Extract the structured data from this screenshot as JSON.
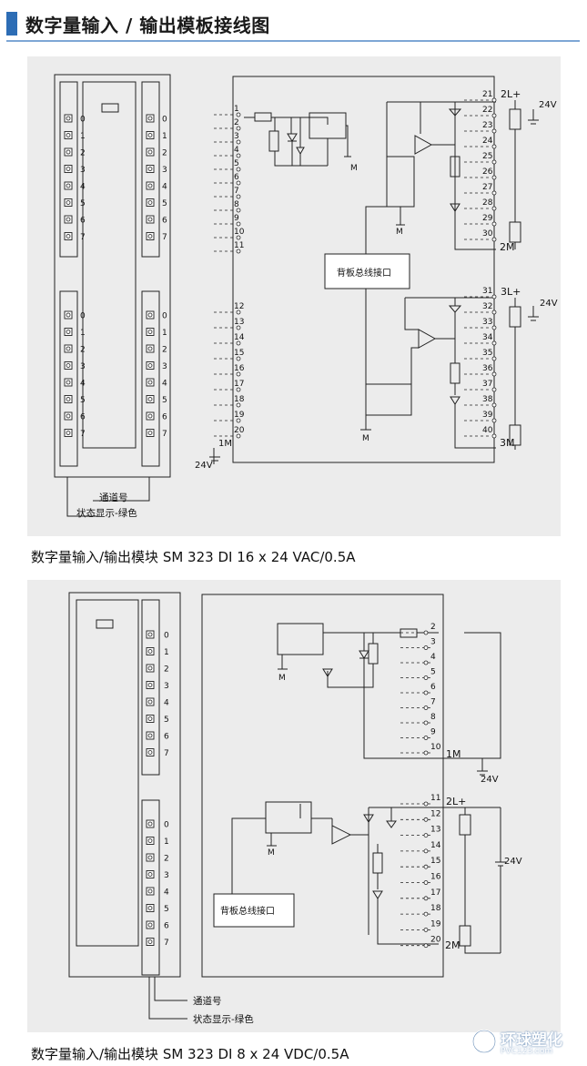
{
  "header": {
    "title": "数字量输入 / 输出模板接线图"
  },
  "module1": {
    "caption": "数字量输入/输出模块  SM 323 DI  16 x 24 VAC/0.5A",
    "led_numbers": [
      "0",
      "1",
      "2",
      "3",
      "4",
      "5",
      "6",
      "7"
    ],
    "legend_channel": "通道号",
    "legend_status": "状态显示-绿色",
    "backplane": "背板总线接口",
    "terminal_numbers": [
      "1",
      "2",
      "3",
      "4",
      "5",
      "6",
      "7",
      "8",
      "9",
      "10",
      "11",
      "12",
      "13",
      "14",
      "15",
      "16",
      "17",
      "18",
      "19",
      "20"
    ],
    "right_terminal_numbers": [
      "21",
      "22",
      "23",
      "24",
      "25",
      "26",
      "27",
      "28",
      "29",
      "30",
      "31",
      "32",
      "33",
      "34",
      "35",
      "36",
      "37",
      "38",
      "39",
      "40"
    ],
    "label_1m": "1M",
    "label_2l": "2L+",
    "label_2m": "2M",
    "label_3l": "3L+",
    "label_3m": "3M",
    "v24": "24V",
    "m": "M"
  },
  "module2": {
    "caption": "数字量输入/输出模块  SM 323 DI 8 x 24 VDC/0.5A",
    "led_numbers": [
      "0",
      "1",
      "2",
      "3",
      "4",
      "5",
      "6",
      "7"
    ],
    "legend_channel": "通道号",
    "legend_status": "状态显示-绿色",
    "backplane": "背板总线接口",
    "terminal_numbers": [
      "2",
      "3",
      "4",
      "5",
      "6",
      "7",
      "8",
      "9",
      "10",
      "11",
      "12",
      "13",
      "14",
      "15",
      "16",
      "17",
      "18",
      "19",
      "20"
    ],
    "label_1m": "1M",
    "label_2l": "2L+",
    "label_2m": "2M",
    "v24": "24V",
    "m": "M"
  },
  "watermark": {
    "name": "环球塑化",
    "url": "PVC123.com"
  }
}
